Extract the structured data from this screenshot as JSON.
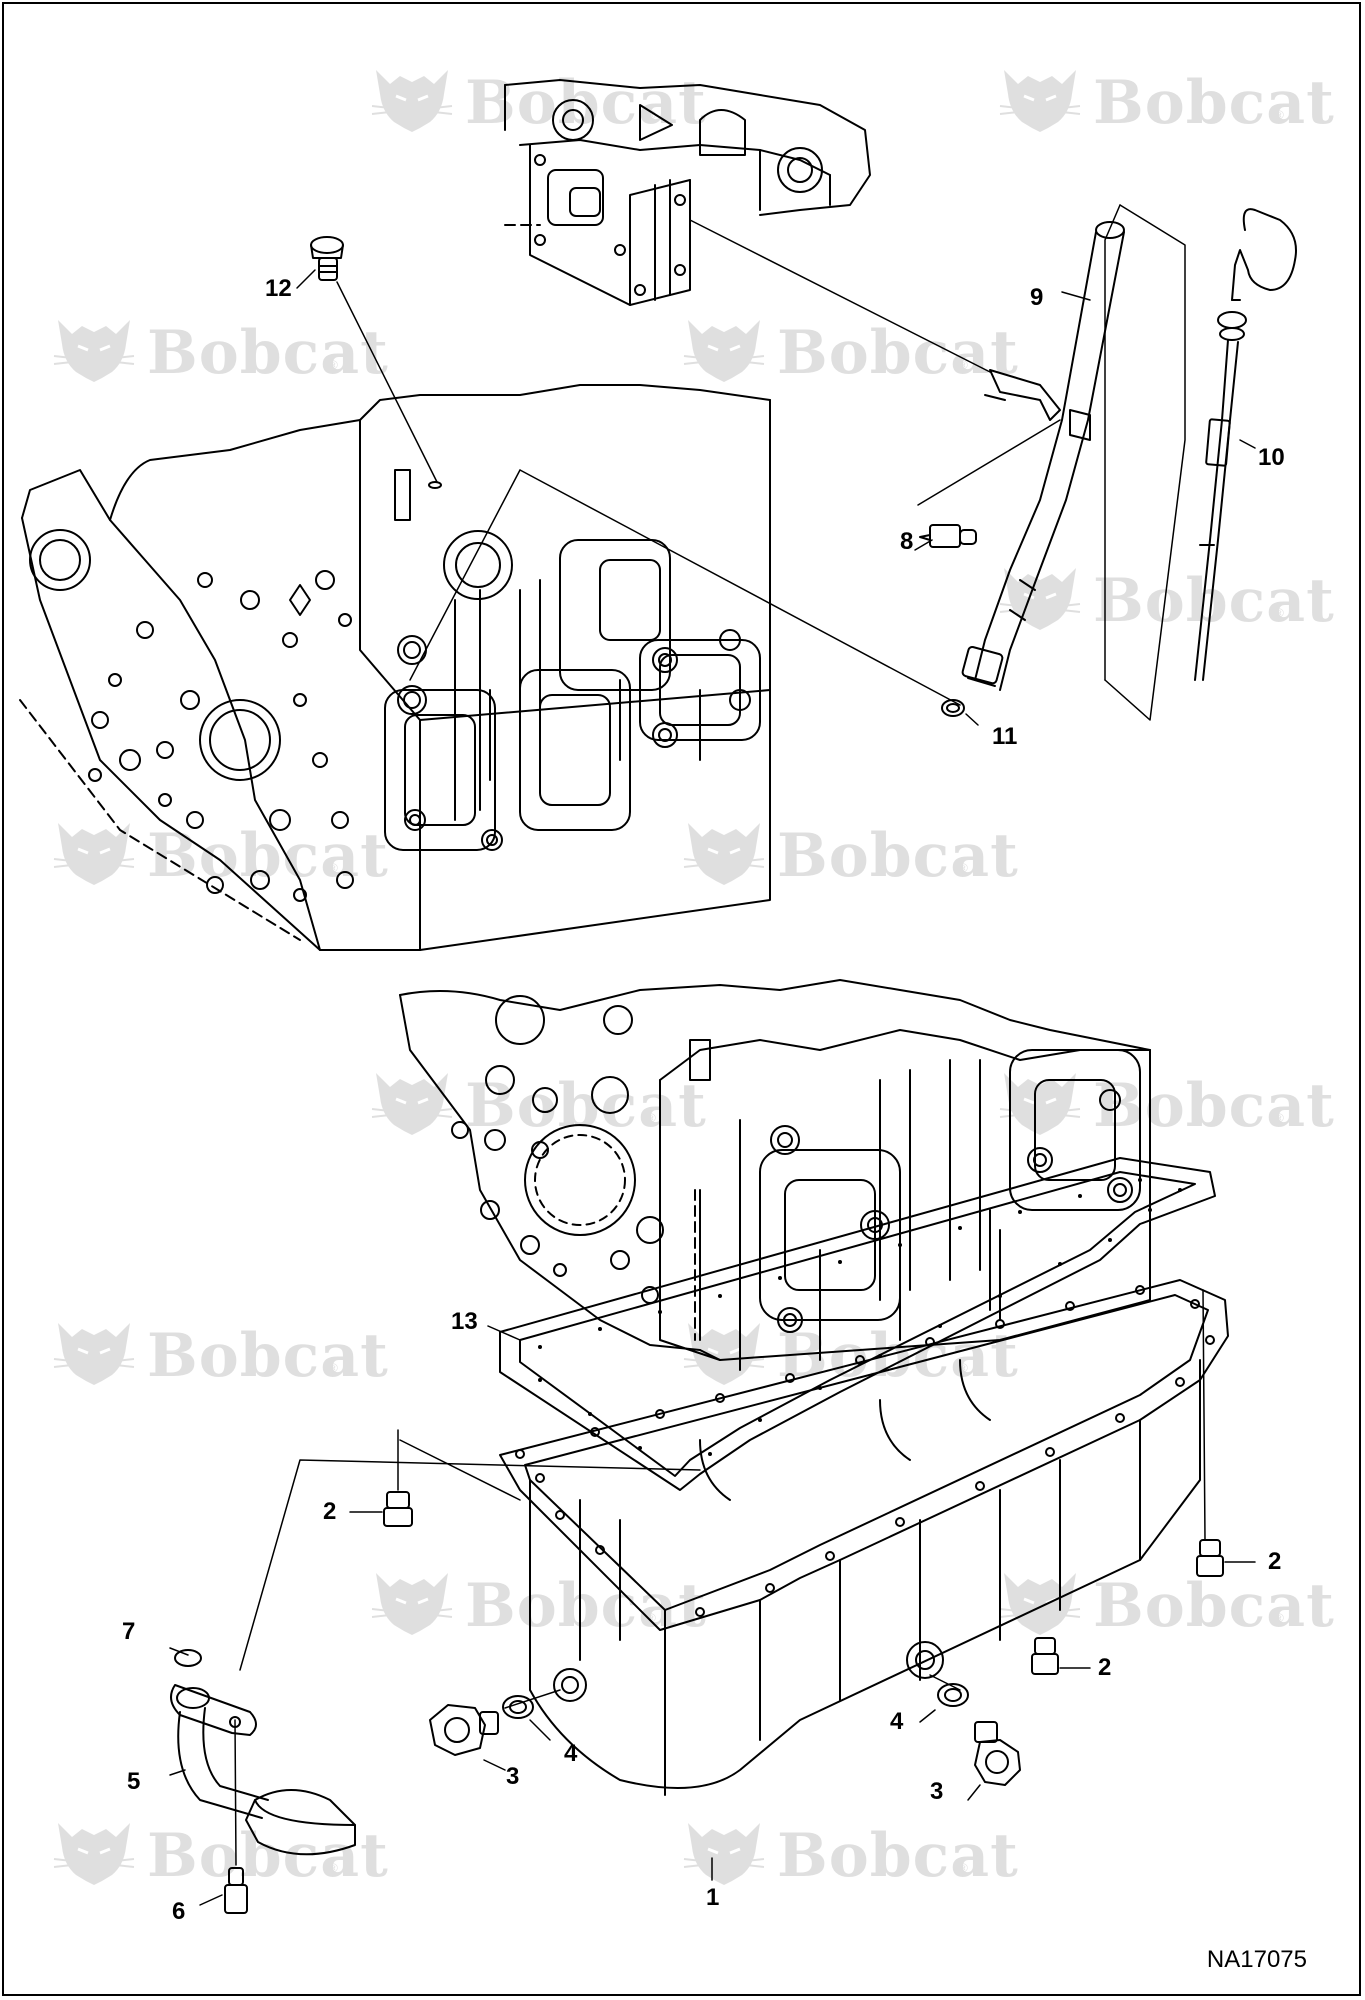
{
  "watermark": {
    "brand": "Bobcat",
    "mark": "®"
  },
  "figure_ref": "NA17075",
  "callouts": {
    "c1": "1",
    "c2a": "2",
    "c2b": "2",
    "c2c": "2",
    "c3a": "3",
    "c3b": "3",
    "c4a": "4",
    "c4b": "4",
    "c5": "5",
    "c6": "6",
    "c7": "7",
    "c8": "8",
    "c9": "9",
    "c10": "10",
    "c11": "11",
    "c12": "12",
    "c13": "13"
  }
}
